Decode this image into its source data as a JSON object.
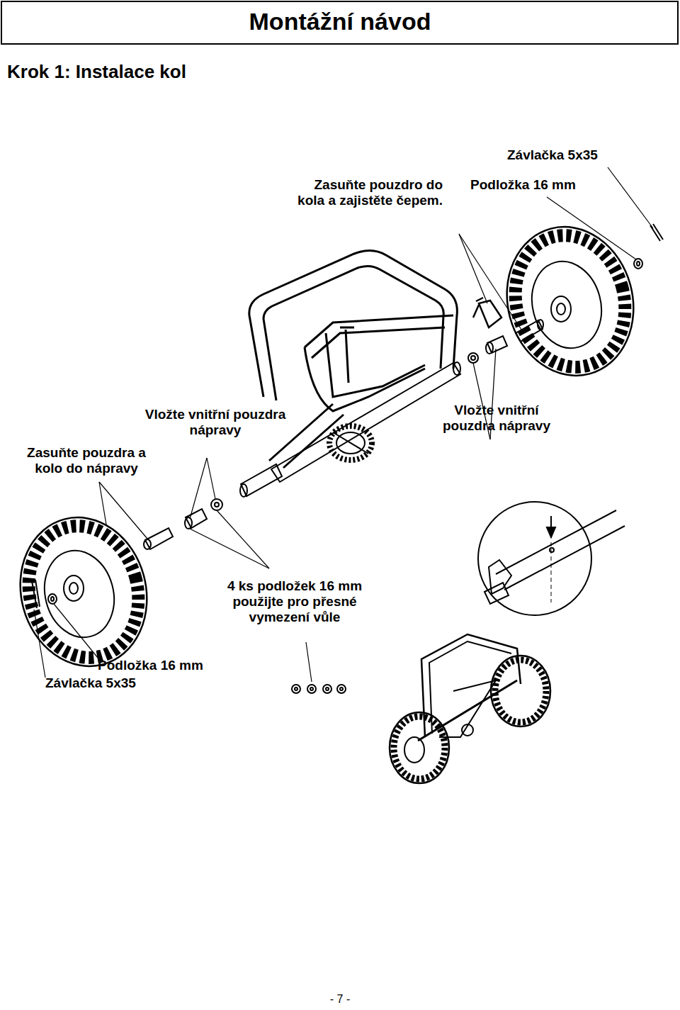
{
  "diagram": {
    "title": "Montážní návod",
    "labels": [
      "Krok 1: Instalace kol",
      "Závlačka 5x35",
      "Podložka 16 mm",
      "Zasuňte pouzdro do kola a zajistěte čepem.",
      "Vložte vnitřní pouzdra nápravy",
      "Zasuňte pouzdra a kolo do nápravy",
      "Vložte vnitřní pouzdra nápravy",
      "4 ks podložek 16 mm použijte pro přesné vymezení vůle",
      "Podložka 16 mm",
      "Závlačka 5x35",
      "- 7 -"
    ]
  }
}
